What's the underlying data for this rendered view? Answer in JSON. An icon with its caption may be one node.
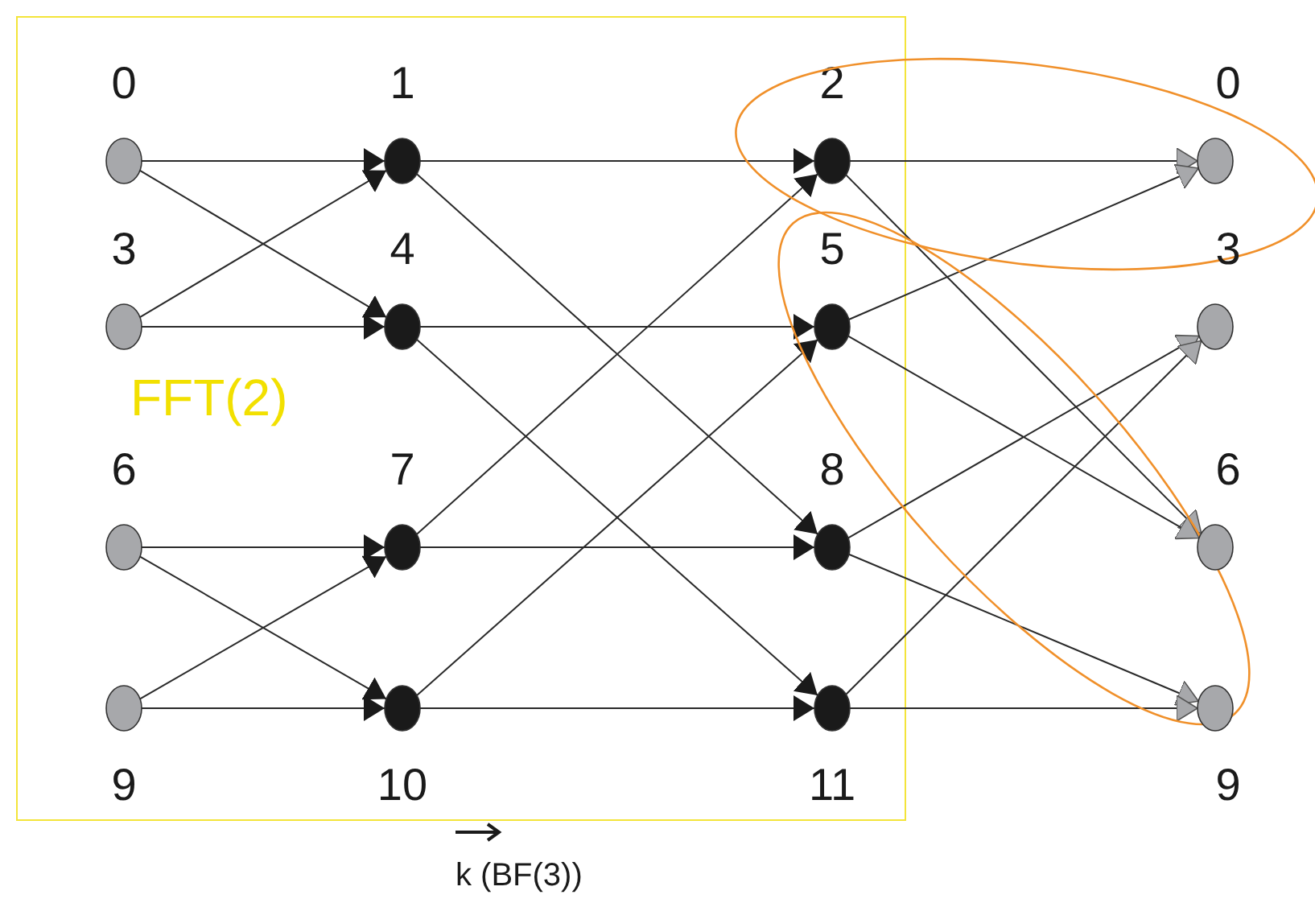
{
  "diagram": {
    "nodes": [
      {
        "text": [
          "FFT(2)"
        ]
      },
      {
        "text": [
          "0"
        ],
        "in": 0
      },
      {
        "text": [
          "1"
        ],
        "in": 0
      },
      {
        "text": [
          "2"
        ],
        "in": 0
      },
      {
        "text": [
          "0"
        ]
      },
      {
        "text": [
          "3"
        ],
        "in": 0
      },
      {
        "text": [
          "4"
        ],
        "in": 0
      },
      {
        "text": [
          "5"
        ],
        "in": 0
      },
      {
        "text": [
          "3"
        ]
      },
      {
        "text": [
          "6"
        ],
        "in": 0
      },
      {
        "text": [
          "7"
        ],
        "in": 0
      },
      {
        "text": [
          "8"
        ],
        "in": 0
      },
      {
        "text": [
          "6"
        ]
      },
      {
        "text": [
          "9"
        ],
        "in": 0
      },
      {
        "text": [
          "10"
        ],
        "in": 0
      },
      {
        "text": [
          "11"
        ],
        "in": 0
      },
      {
        "text": [
          "9"
        ]
      }
    ],
    "edges": [
      {
        "from": 1,
        "to": 2,
        "arrow": "to"
      },
      {
        "from": 1,
        "to": 6,
        "arrow": "to"
      },
      {
        "from": 5,
        "to": 2,
        "arrow": "to"
      },
      {
        "from": 5,
        "to": 6,
        "arrow": "to"
      },
      {
        "from": 9,
        "to": 10,
        "arrow": "to"
      },
      {
        "from": 9,
        "to": 14,
        "arrow": "to"
      },
      {
        "from": 13,
        "to": 10,
        "arrow": "to"
      },
      {
        "from": 13,
        "to": 14,
        "arrow": "to"
      },
      {
        "from": 2,
        "to": 3,
        "arrow": "to"
      },
      {
        "from": 2,
        "to": 11,
        "arrow": "to"
      },
      {
        "from": 6,
        "to": 7,
        "arrow": "to"
      },
      {
        "from": 6,
        "to": 15,
        "arrow": "to"
      },
      {
        "from": 10,
        "to": 3,
        "arrow": "to"
      },
      {
        "from": 10,
        "to": 11,
        "arrow": "to"
      },
      {
        "from": 14,
        "to": 7,
        "arrow": "to"
      },
      {
        "from": 14,
        "to": 15,
        "arrow": "to"
      },
      {
        "from": 3,
        "to": 4,
        "arrow": "to"
      },
      {
        "from": 3,
        "to": 12,
        "arrow": "to"
      },
      {
        "from": 7,
        "to": 4,
        "arrow": "to"
      },
      {
        "from": 7,
        "to": 12,
        "arrow": "to"
      },
      {
        "from": 11,
        "to": 8,
        "arrow": "to"
      },
      {
        "from": 11,
        "to": 16,
        "arrow": "to"
      },
      {
        "from": 15,
        "to": 8,
        "arrow": "to"
      },
      {
        "from": 15,
        "to": 16,
        "arrow": "to"
      }
    ],
    "labels": [
      "k (BF(3))"
    ]
  }
}
